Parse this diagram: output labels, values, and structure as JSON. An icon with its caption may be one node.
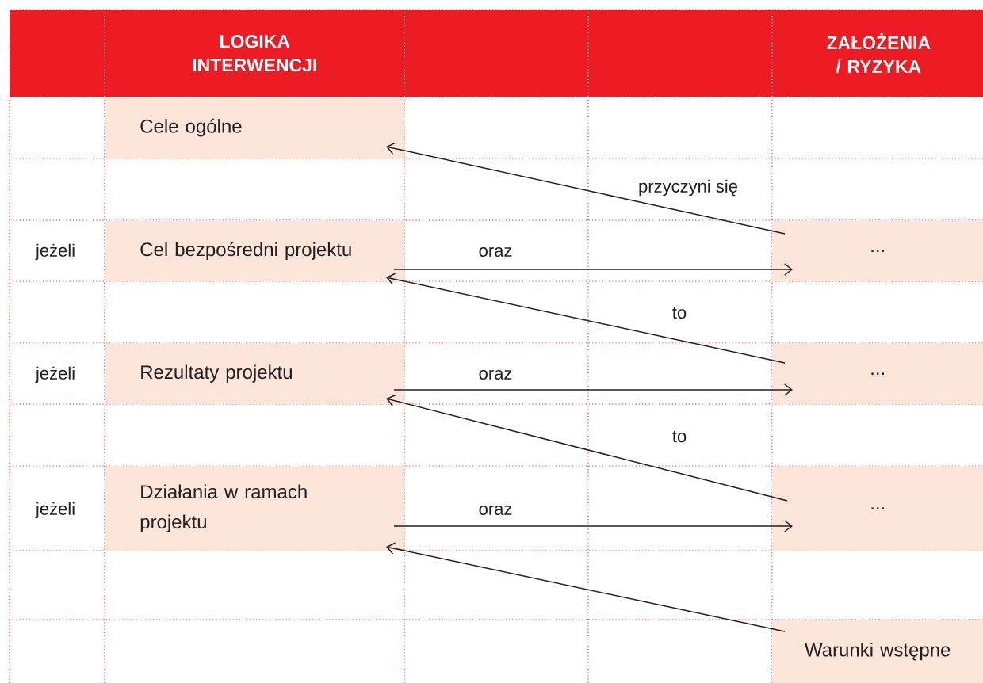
{
  "diagram": {
    "nodes": [
      {
        "text": [
          "LOGIKA INTERWENCJI"
        ]
      },
      {
        "text": [
          "ZAŁOŻENIA / RYZYKA"
        ]
      },
      {
        "text": [
          "Cele ogólne"
        ]
      },
      {
        "text": [
          "Cel bezpośredni projektu"
        ]
      },
      {
        "text": [
          "..."
        ]
      },
      {
        "text": [
          "Rezultaty projektu"
        ]
      },
      {
        "text": [
          "..."
        ]
      },
      {
        "text": [
          "Działania w ramach projektu"
        ]
      },
      {
        "text": [
          "..."
        ]
      },
      {
        "text": [
          "Warunki wstępne"
        ]
      }
    ],
    "edges": [
      {
        "from": 4,
        "to": 2,
        "arrow": "to",
        "label": "przyczyni się"
      },
      {
        "from": 3,
        "to": 4,
        "arrow": "to",
        "label": "oraz"
      },
      {
        "from": 6,
        "to": 3,
        "arrow": "to",
        "label": "to"
      },
      {
        "from": 5,
        "to": 6,
        "arrow": "to",
        "label": "oraz"
      },
      {
        "from": 8,
        "to": 5,
        "arrow": "to",
        "label": "to"
      },
      {
        "from": 7,
        "to": 8,
        "arrow": "to",
        "label": "oraz"
      },
      {
        "from": 9,
        "to": 7,
        "arrow": "to"
      }
    ],
    "labels": [
      "jeżeli",
      "jeżeli",
      "jeżeli"
    ]
  }
}
